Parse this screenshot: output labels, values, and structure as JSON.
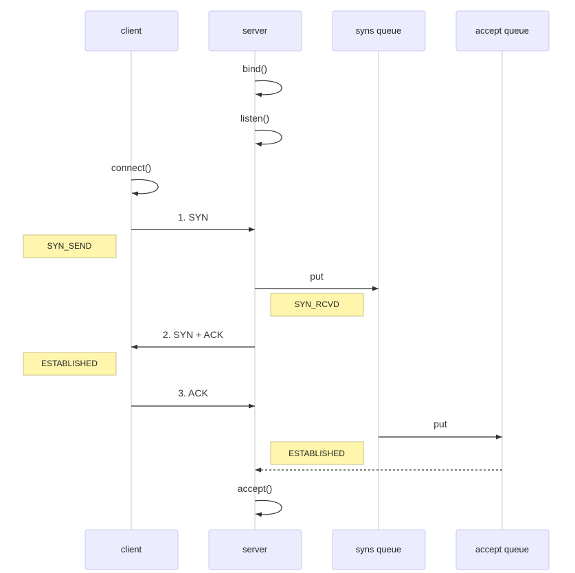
{
  "participants": [
    {
      "id": "client",
      "label": "client"
    },
    {
      "id": "server",
      "label": "server"
    },
    {
      "id": "syns",
      "label": "syns queue"
    },
    {
      "id": "accept",
      "label": "accept queue"
    }
  ],
  "self_calls": [
    {
      "participant": "server",
      "label": "bind()"
    },
    {
      "participant": "server",
      "label": "listen()"
    },
    {
      "participant": "client",
      "label": "connect()"
    },
    {
      "participant": "server",
      "label": "accept()"
    }
  ],
  "messages": [
    {
      "from": "client",
      "to": "server",
      "label": "1. SYN",
      "style": "solid"
    },
    {
      "from": "server",
      "to": "syns",
      "label": "put",
      "style": "solid"
    },
    {
      "from": "server",
      "to": "client",
      "label": "2. SYN + ACK",
      "style": "solid"
    },
    {
      "from": "client",
      "to": "server",
      "label": "3. ACK",
      "style": "solid"
    },
    {
      "from": "syns",
      "to": "accept",
      "label": "put",
      "style": "solid"
    },
    {
      "from": "accept",
      "to": "server",
      "label": "",
      "style": "dashed"
    }
  ],
  "notes": [
    {
      "side": "left of client",
      "label": "SYN_SEND"
    },
    {
      "side": "right of server",
      "label": "SYN_RCVD"
    },
    {
      "side": "left of client",
      "label": "ESTABLISHED"
    },
    {
      "side": "right of server",
      "label": "ESTABLISHED"
    }
  ],
  "colors": {
    "actor_fill": "#ECECFF",
    "actor_border": "#C9C8F2",
    "note_fill": "#FFF5AD",
    "note_border": "#C9C28A",
    "line": "#333333"
  }
}
